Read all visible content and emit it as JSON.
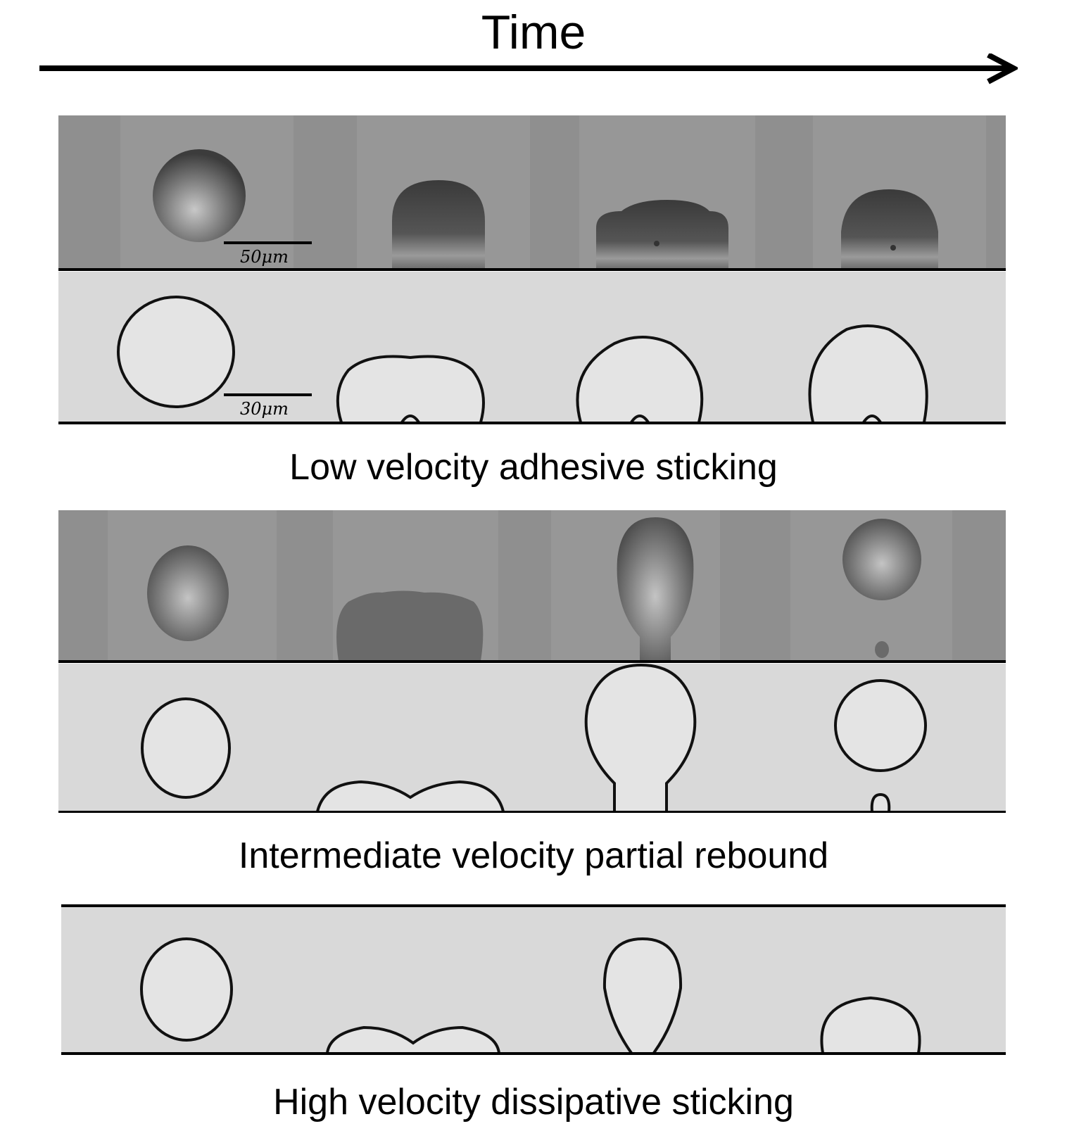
{
  "figure": {
    "axis": {
      "label": "Time",
      "direction": "left-to-right arrow"
    },
    "colors": {
      "experiment_bg": "#8f8f8f",
      "simulation_bg": "#d9d9d9",
      "droplet_outline": "#111111",
      "wall_line": "#000000",
      "background": "#ffffff"
    },
    "regimes": [
      {
        "caption": "Low velocity adhesive sticking",
        "experiment": {
          "scale_bar": "50μm",
          "frames": [
            "falling spherical droplet",
            "impacted droplet, dome shape",
            "flattened spread droplet",
            "recoiled dome shape"
          ]
        },
        "simulation": {
          "scale_bar": "30μm",
          "frames": [
            "spherical droplet",
            "spread droplet with trapped bubble",
            "recoiling droplet",
            "sticking droplet"
          ]
        }
      },
      {
        "caption": "Intermediate velocity partial rebound",
        "experiment": {
          "frames": [
            "falling droplet",
            "spread pancake droplet",
            "elongated rebounding droplet with neck",
            "detached droplet with satellite"
          ]
        },
        "simulation": {
          "frames": [
            "spherical droplet",
            "spread droplet with central dip",
            "elongated droplet with thin neck",
            "detached droplet with small satellite"
          ]
        }
      },
      {
        "caption": "High velocity dissipative sticking",
        "simulation": {
          "frames": [
            "spherical droplet",
            "spread droplet with central dip",
            "elongated droplet attached to wall",
            "settled dome droplet"
          ]
        }
      }
    ]
  }
}
